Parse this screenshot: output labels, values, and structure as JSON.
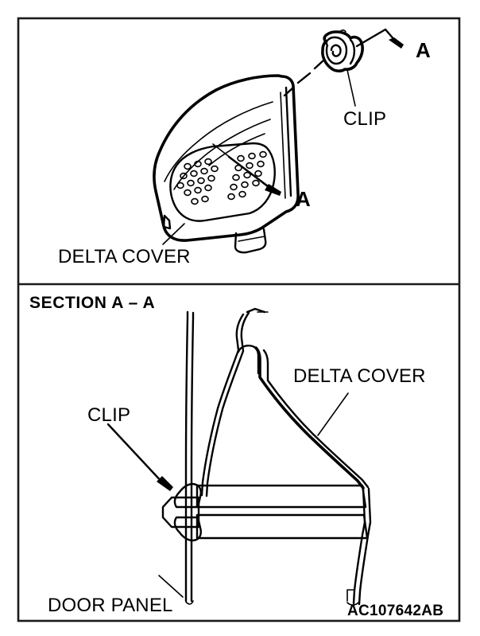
{
  "figure": {
    "kind": "service-manual-illustration",
    "part_code": "AC107642AB",
    "border_color": "#1a1a1a",
    "ink_color": "#000000",
    "background_color": "#ffffff",
    "panels": [
      {
        "id": "assembly-view",
        "title": "",
        "labels": [
          {
            "id": "clip-top",
            "text": "CLIP"
          },
          {
            "id": "delta-cover-top",
            "text": "DELTA COVER"
          },
          {
            "id": "section-mark-upper",
            "text": "A"
          },
          {
            "id": "section-mark-lower",
            "text": "A"
          }
        ]
      },
      {
        "id": "section-view",
        "title": "SECTION A – A",
        "labels": [
          {
            "id": "delta-cover-section",
            "text": "DELTA COVER"
          },
          {
            "id": "clip-section",
            "text": "CLIP"
          },
          {
            "id": "door-panel-section",
            "text": "DOOR PANEL"
          }
        ]
      }
    ]
  },
  "assembly": {
    "clip_label": "CLIP",
    "delta_cover_label": "DELTA COVER",
    "section_mark_upper": "A",
    "section_mark_lower": "A"
  },
  "section": {
    "heading": "SECTION A – A",
    "delta_cover_label": "DELTA COVER",
    "clip_label": "CLIP",
    "door_panel_label": "DOOR PANEL"
  },
  "footer": {
    "drawing_code": "AC107642AB"
  }
}
